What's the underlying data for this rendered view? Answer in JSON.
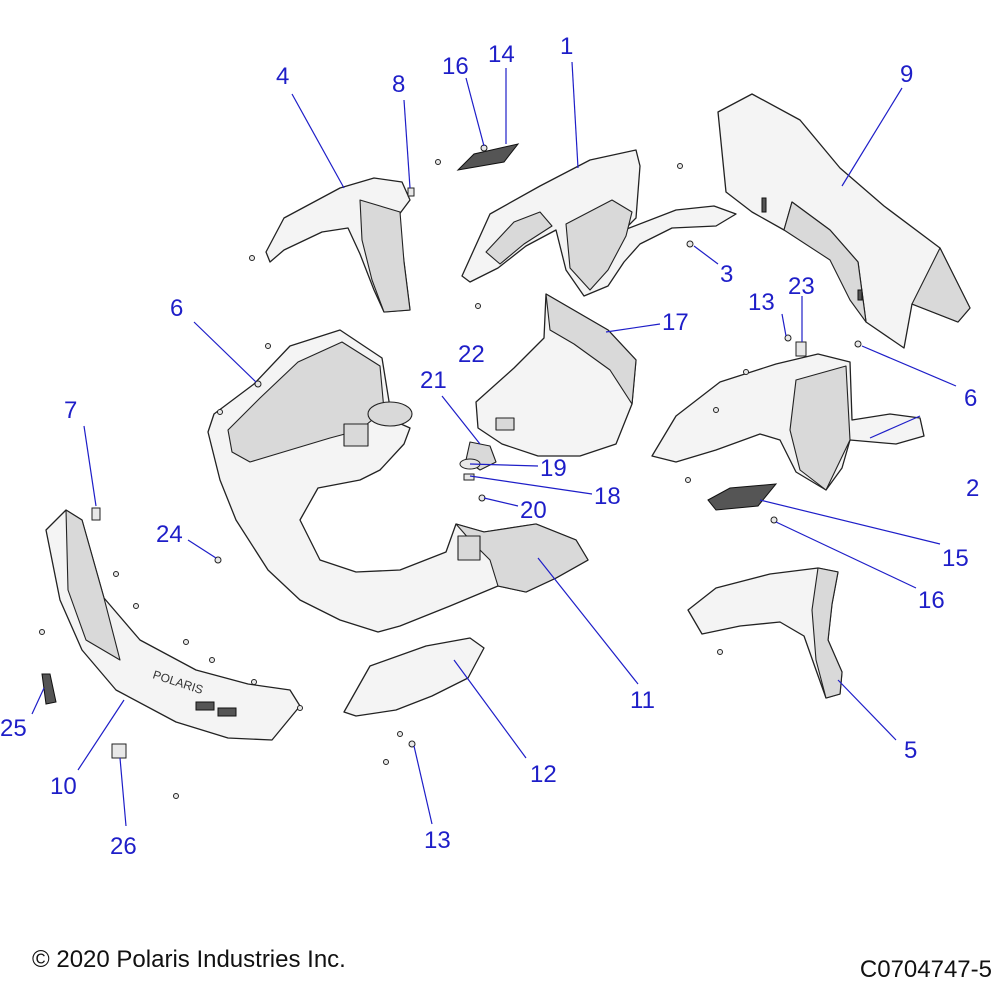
{
  "copyright": "© 2020 Polaris Industries Inc.",
  "drawing_number": "C0704747-5",
  "callouts": [
    "1",
    "2",
    "3",
    "4",
    "5",
    "6",
    "6",
    "7",
    "8",
    "9",
    "10",
    "11",
    "12",
    "13",
    "13",
    "14",
    "15",
    "16",
    "16",
    "17",
    "18",
    "19",
    "20",
    "21",
    "22",
    "23",
    "24",
    "25",
    "26"
  ],
  "bumper_text": "POLARIS",
  "colors": {
    "callout": "#1e1ec8",
    "line_art": "#222222"
  }
}
